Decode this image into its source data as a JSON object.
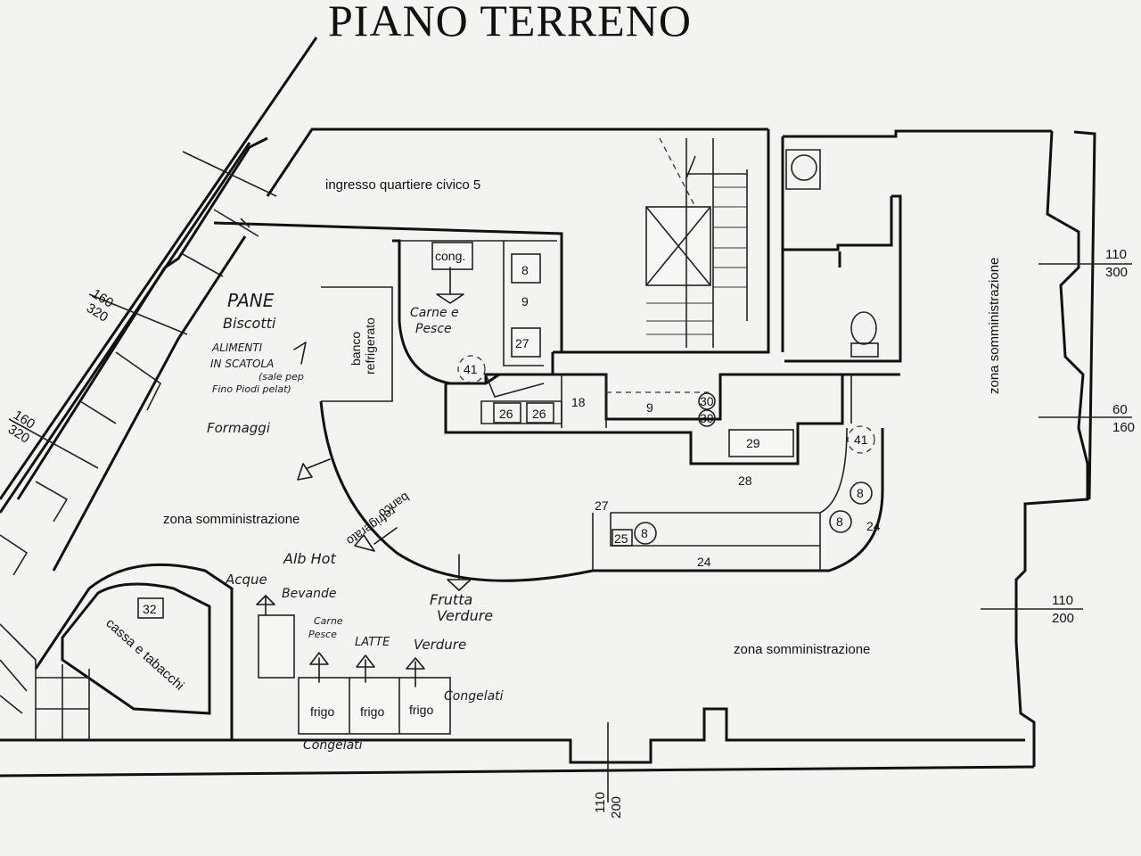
{
  "title": "PIANO  TERRENO",
  "rooms": {
    "ingresso": "ingresso quartiere civico 5",
    "zona_left": "zona somministrazione",
    "zona_bottom": "zona somministrazione",
    "zona_right": "zona somministrazione",
    "banco_top_1": "banco",
    "banco_top_2": "refrigerato",
    "banco_curve_1": "banco",
    "banco_curve_2": "refrigerato",
    "cassa": "cassa e tabacchi",
    "cong": "cong.",
    "frigo_1": "frigo",
    "frigo_2": "frigo",
    "frigo_3": "frigo"
  },
  "fixtures": {
    "n8a": "8",
    "n9a": "9",
    "n27a": "27",
    "n41a": "41",
    "n26a": "26",
    "n26b": "26",
    "n18": "18",
    "n9b": "9",
    "n30a": "30",
    "n30b": "30",
    "n29": "29",
    "n28": "28",
    "n41b": "41",
    "n8b": "8",
    "n8c": "8",
    "n24a": "24",
    "n27b": "27",
    "n25": "25",
    "n8d": "8",
    "n24b": "24",
    "n32": "32"
  },
  "dimensions": {
    "d1_top": "160",
    "d1_bot": "320",
    "d2_top": "160",
    "d2_bot": "320",
    "d3_top": "110",
    "d3_bot": "300",
    "d4_top": "60",
    "d4_bot": "160",
    "d5_top": "110",
    "d5_bot": "200",
    "d6_top": "110",
    "d6_bot": "200"
  },
  "handwritten": {
    "pane": "PANE",
    "biscotti": "Biscotti",
    "alimenti": "ALIMENTI",
    "scatola": "IN SCATOLA",
    "sale": "(sale pep",
    "fino": "Fino Piodi pelat)",
    "formaggi": "Formaggi",
    "carne_pesce_1": "Carne e",
    "carne_pesce_2": "Pesce",
    "alb_hot": "Alb Hot",
    "acqua_bevande_1": "Acque",
    "acqua_bevande_2": "Bevande",
    "frutta": "Frutta",
    "verdure": "Verdure",
    "carne_pesce_3": "Carne",
    "carne_pesce_4": "Pesce",
    "latte": "LATTE",
    "verdure_2": "Verdure",
    "congelati_1": "Congelati",
    "congelati_2": "Congelati"
  }
}
